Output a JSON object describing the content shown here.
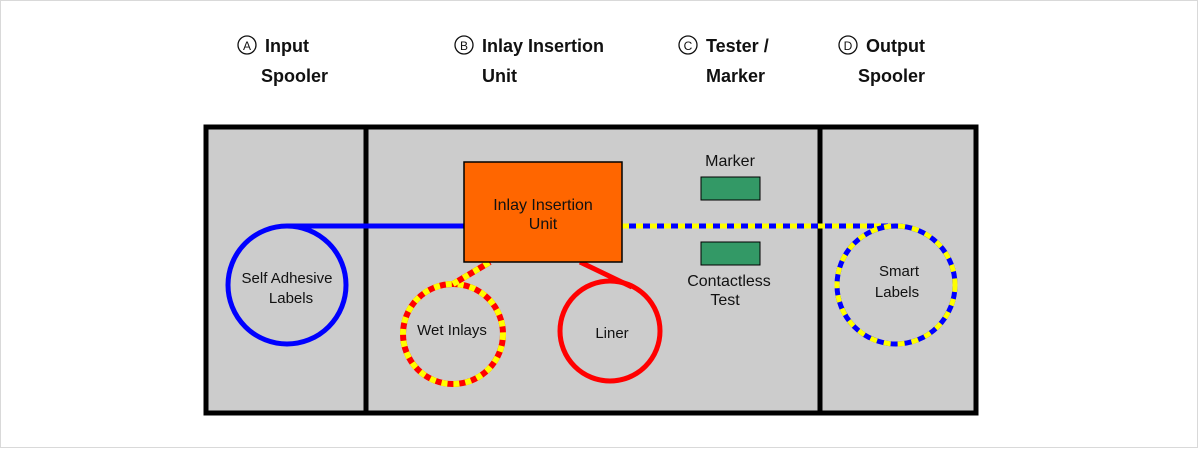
{
  "headers": {
    "a": {
      "marker": "A",
      "line1": "Input",
      "line2": "Spooler"
    },
    "b": {
      "marker": "B",
      "line1": "Inlay Insertion",
      "line2": "Unit"
    },
    "c": {
      "marker": "C",
      "line1": "Tester /",
      "line2": "Marker"
    },
    "d": {
      "marker": "D",
      "line1": "Output",
      "line2": "Spooler"
    }
  },
  "components": {
    "insertion_unit": {
      "line1": "Inlay Insertion",
      "line2": "Unit"
    },
    "marker": "Marker",
    "contactless_test": {
      "line1": "Contactless",
      "line2": "Test"
    }
  },
  "reels": {
    "input": {
      "line1": "Self Adhesive",
      "line2": "Labels"
    },
    "wet_inlays": "Wet Inlays",
    "liner": "Liner",
    "output": {
      "line1": "Smart",
      "line2": "Labels"
    }
  },
  "colors": {
    "panel": "#cccccc",
    "unit": "#ff6600",
    "station": "#339966",
    "web_blue": "#0000ff",
    "liner_red": "#ff0000",
    "dash_yellow": "#ffff00"
  }
}
